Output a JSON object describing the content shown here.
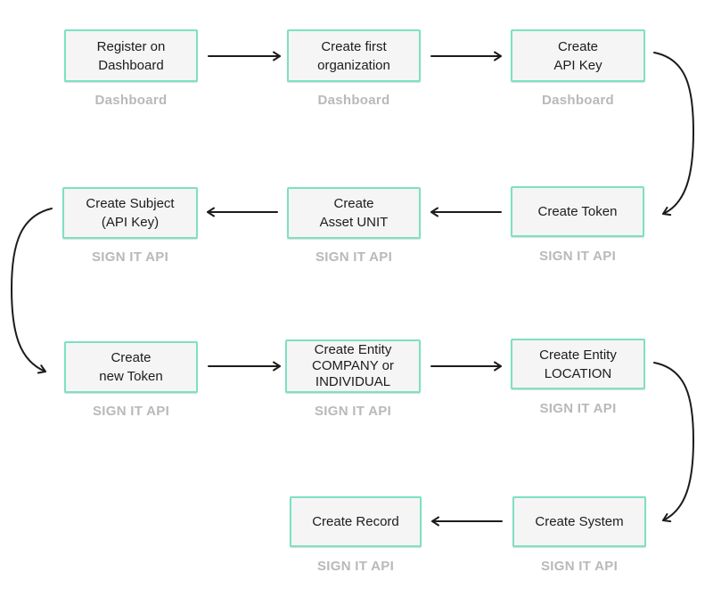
{
  "diagram": {
    "nodes": [
      {
        "text": "Register on\nDashboard",
        "category": "Dashboard"
      },
      {
        "text": "Create first\norganization",
        "category": "Dashboard"
      },
      {
        "text": "Create\nAPI Key",
        "category": "Dashboard"
      },
      {
        "text": "Create Subject\n(API Key)",
        "category": "SIGN IT API"
      },
      {
        "text": "Create\nAsset UNIT",
        "category": "SIGN IT API"
      },
      {
        "text": "Create Token",
        "category": "SIGN IT API"
      },
      {
        "text": "Create\nnew Token",
        "category": "SIGN IT API"
      },
      {
        "text": "Create Entity\nCOMPANY or\nINDIVIDUAL",
        "category": "SIGN IT API"
      },
      {
        "text": "Create Entity\nLOCATION",
        "category": "SIGN IT API"
      },
      {
        "text": "Create Record",
        "category": "SIGN IT API"
      },
      {
        "text": "Create System",
        "category": "SIGN IT API"
      }
    ],
    "edges": [
      {
        "from": "Register on Dashboard",
        "to": "Create first organization"
      },
      {
        "from": "Create first organization",
        "to": "Create API Key"
      },
      {
        "from": "Create API Key",
        "to": "Create Token"
      },
      {
        "from": "Create Token",
        "to": "Create Asset UNIT"
      },
      {
        "from": "Create Asset UNIT",
        "to": "Create Subject (API Key)"
      },
      {
        "from": "Create Subject (API Key)",
        "to": "Create new Token"
      },
      {
        "from": "Create new Token",
        "to": "Create Entity COMPANY or INDIVIDUAL"
      },
      {
        "from": "Create Entity COMPANY or INDIVIDUAL",
        "to": "Create Entity LOCATION"
      },
      {
        "from": "Create Entity LOCATION",
        "to": "Create System"
      },
      {
        "from": "Create System",
        "to": "Create Record"
      }
    ],
    "colors": {
      "node_border": "#7de0c4",
      "node_fill": "#f5f5f5",
      "node_text": "#1c1c1c",
      "category_text": "#b9b9b9",
      "arrow": "#1c1c1c",
      "background": "#ffffff"
    }
  }
}
